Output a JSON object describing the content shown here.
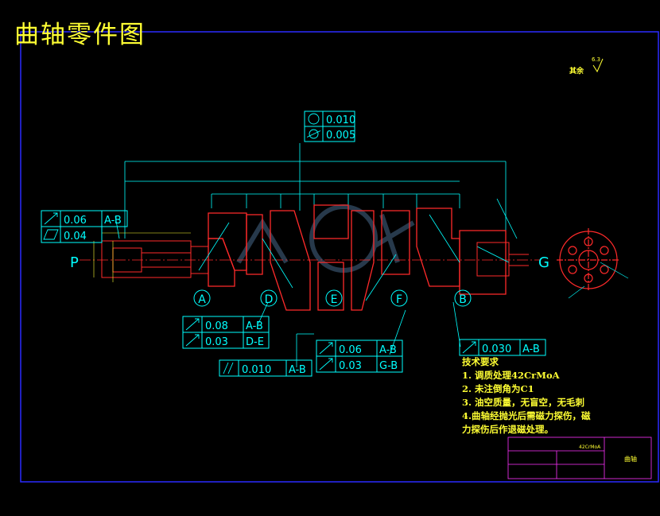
{
  "drawing": {
    "title": "曲轴零件图",
    "roughness_label": "其余",
    "roughness_value": "6.3",
    "view_labels": {
      "left_end": "P",
      "right_end": "G"
    },
    "section_labels": [
      "A",
      "D",
      "E",
      "F",
      "B"
    ]
  },
  "tolerance_frames": {
    "top": [
      {
        "symbol": "circle",
        "value": "0.010"
      },
      {
        "symbol": "cylinder",
        "value": "0.005"
      }
    ],
    "left": [
      {
        "symbol": "runout",
        "value": "0.06",
        "datum": "A-B"
      },
      {
        "symbol": "flatness",
        "value": "0.04"
      }
    ],
    "mid_left": [
      {
        "symbol": "runout",
        "value": "0.08",
        "datum": "A-B"
      },
      {
        "symbol": "runout",
        "value": "0.03",
        "datum": "D-E"
      }
    ],
    "parallel": {
      "symbol": "parallel",
      "value": "0.010",
      "datum": "A-B"
    },
    "mid_right": [
      {
        "symbol": "runout",
        "value": "0.06",
        "datum": "A-B"
      },
      {
        "symbol": "runout",
        "value": "0.03",
        "datum": "G-B"
      }
    ],
    "right": {
      "symbol": "runout",
      "value": "0.030",
      "datum": "A-B"
    }
  },
  "technical_requirements": {
    "heading": "技术要求",
    "items": [
      "1. 调质处理42CrMoA",
      "2.  未注倒角为C1",
      "3. 油空质量，无盲空，无毛刺",
      "4.曲轴经抛光后需磁力探伤，磁",
      "力探伤后作退磁处理。"
    ]
  },
  "title_block": {
    "material": "42CrMoA",
    "part_name": "曲轴"
  },
  "colors": {
    "background": "#000000",
    "border": "#2a2aff",
    "dimension": "#00ffff",
    "part_outline": "#ff2a2a",
    "text_yellow": "#ffff33",
    "title_block": "#ff33ff",
    "watermark": "#6fa3d8"
  }
}
